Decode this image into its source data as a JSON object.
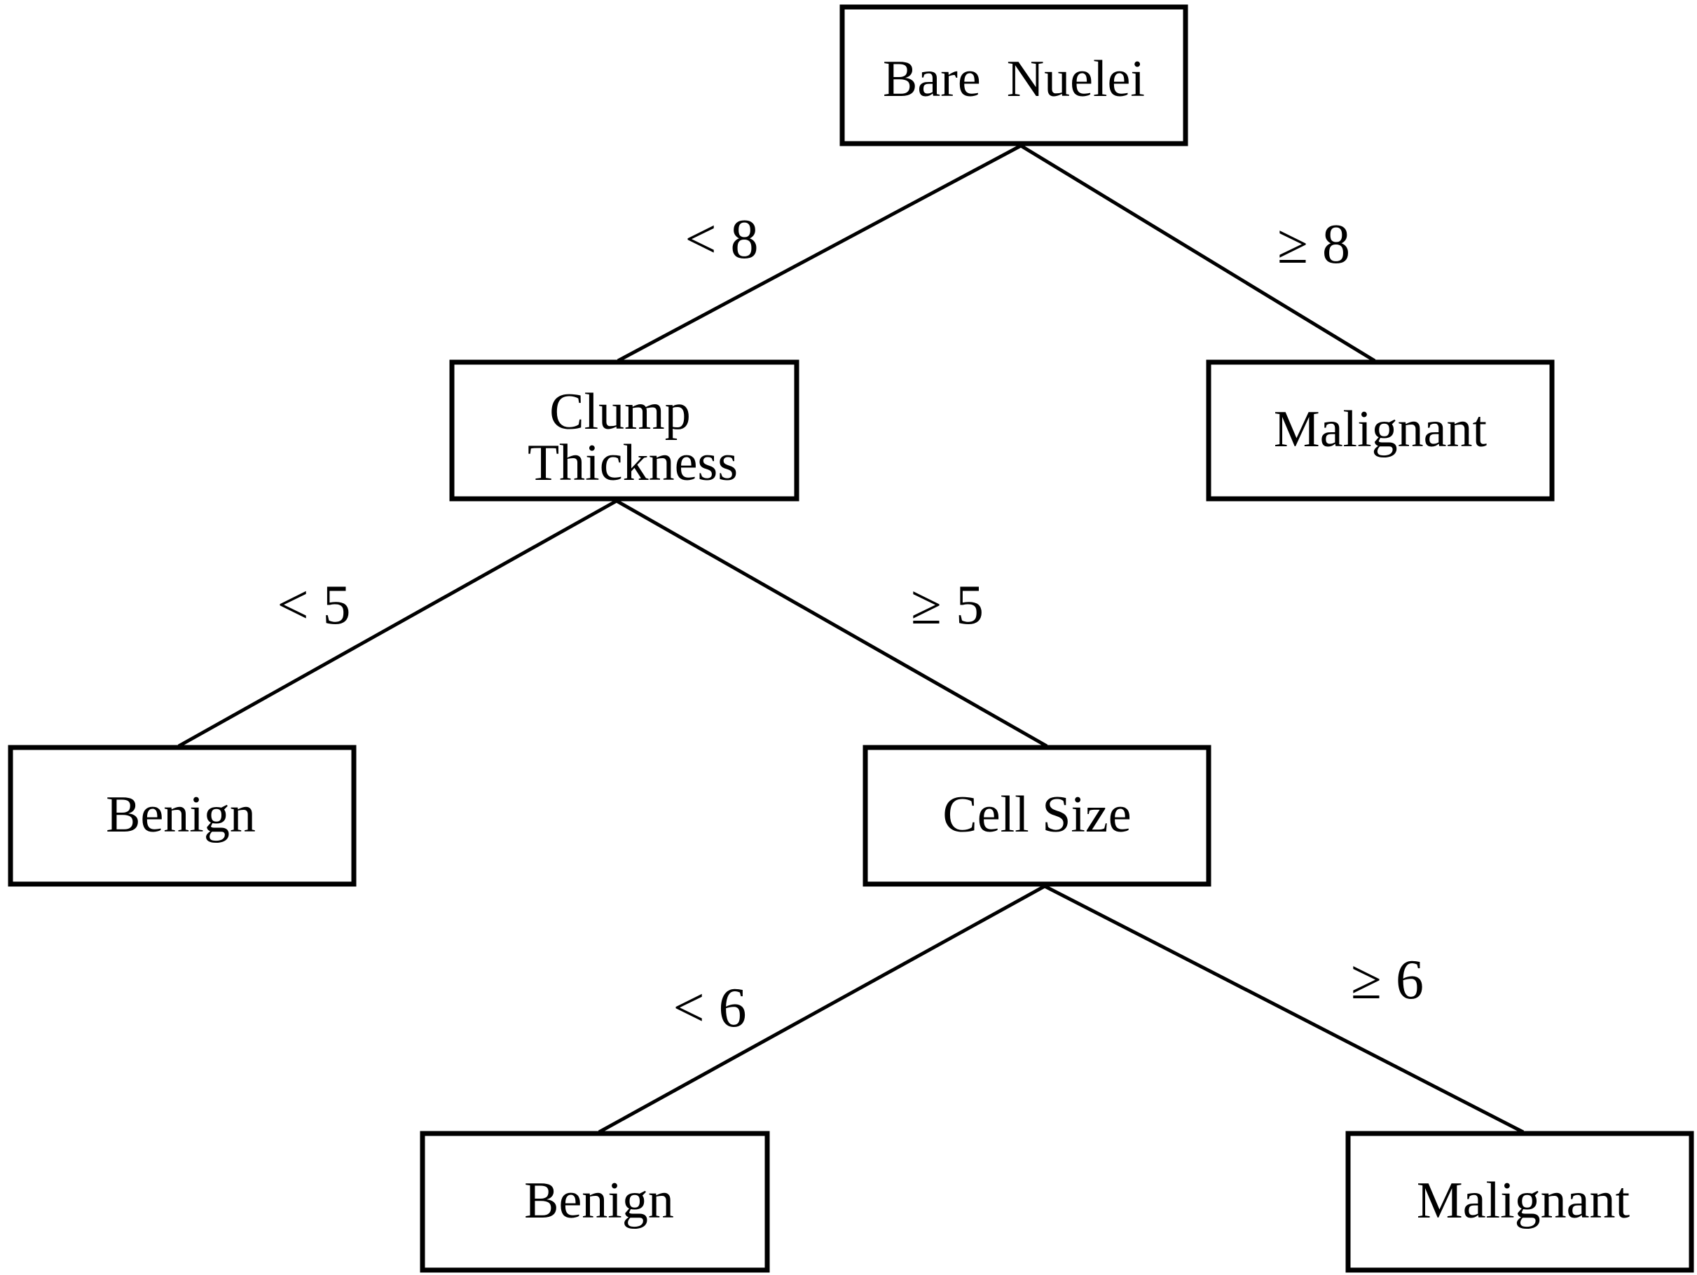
{
  "nodes": [
    {
      "id": "bare-nuclei",
      "lines": [
        "Bare  Nuelei"
      ]
    },
    {
      "id": "clump-thickness",
      "lines": [
        "Clump",
        "Thickness"
      ]
    },
    {
      "id": "malignant-1",
      "lines": [
        "Malignant"
      ]
    },
    {
      "id": "benign-1",
      "lines": [
        "Benign"
      ]
    },
    {
      "id": "cell-size",
      "lines": [
        "Cell Size"
      ]
    },
    {
      "id": "benign-2",
      "lines": [
        "Benign"
      ]
    },
    {
      "id": "malignant-2",
      "lines": [
        "Malignant"
      ]
    }
  ],
  "edges": [
    {
      "from": "bare-nuclei",
      "to": "clump-thickness",
      "label": "< 8"
    },
    {
      "from": "bare-nuclei",
      "to": "malignant-1",
      "label": "≥ 8"
    },
    {
      "from": "clump-thickness",
      "to": "benign-1",
      "label": "< 5"
    },
    {
      "from": "clump-thickness",
      "to": "cell-size",
      "label": "≥ 5"
    },
    {
      "from": "cell-size",
      "to": "benign-2",
      "label": "< 6"
    },
    {
      "from": "cell-size",
      "to": "malignant-2",
      "label": "≥ 6"
    }
  ]
}
